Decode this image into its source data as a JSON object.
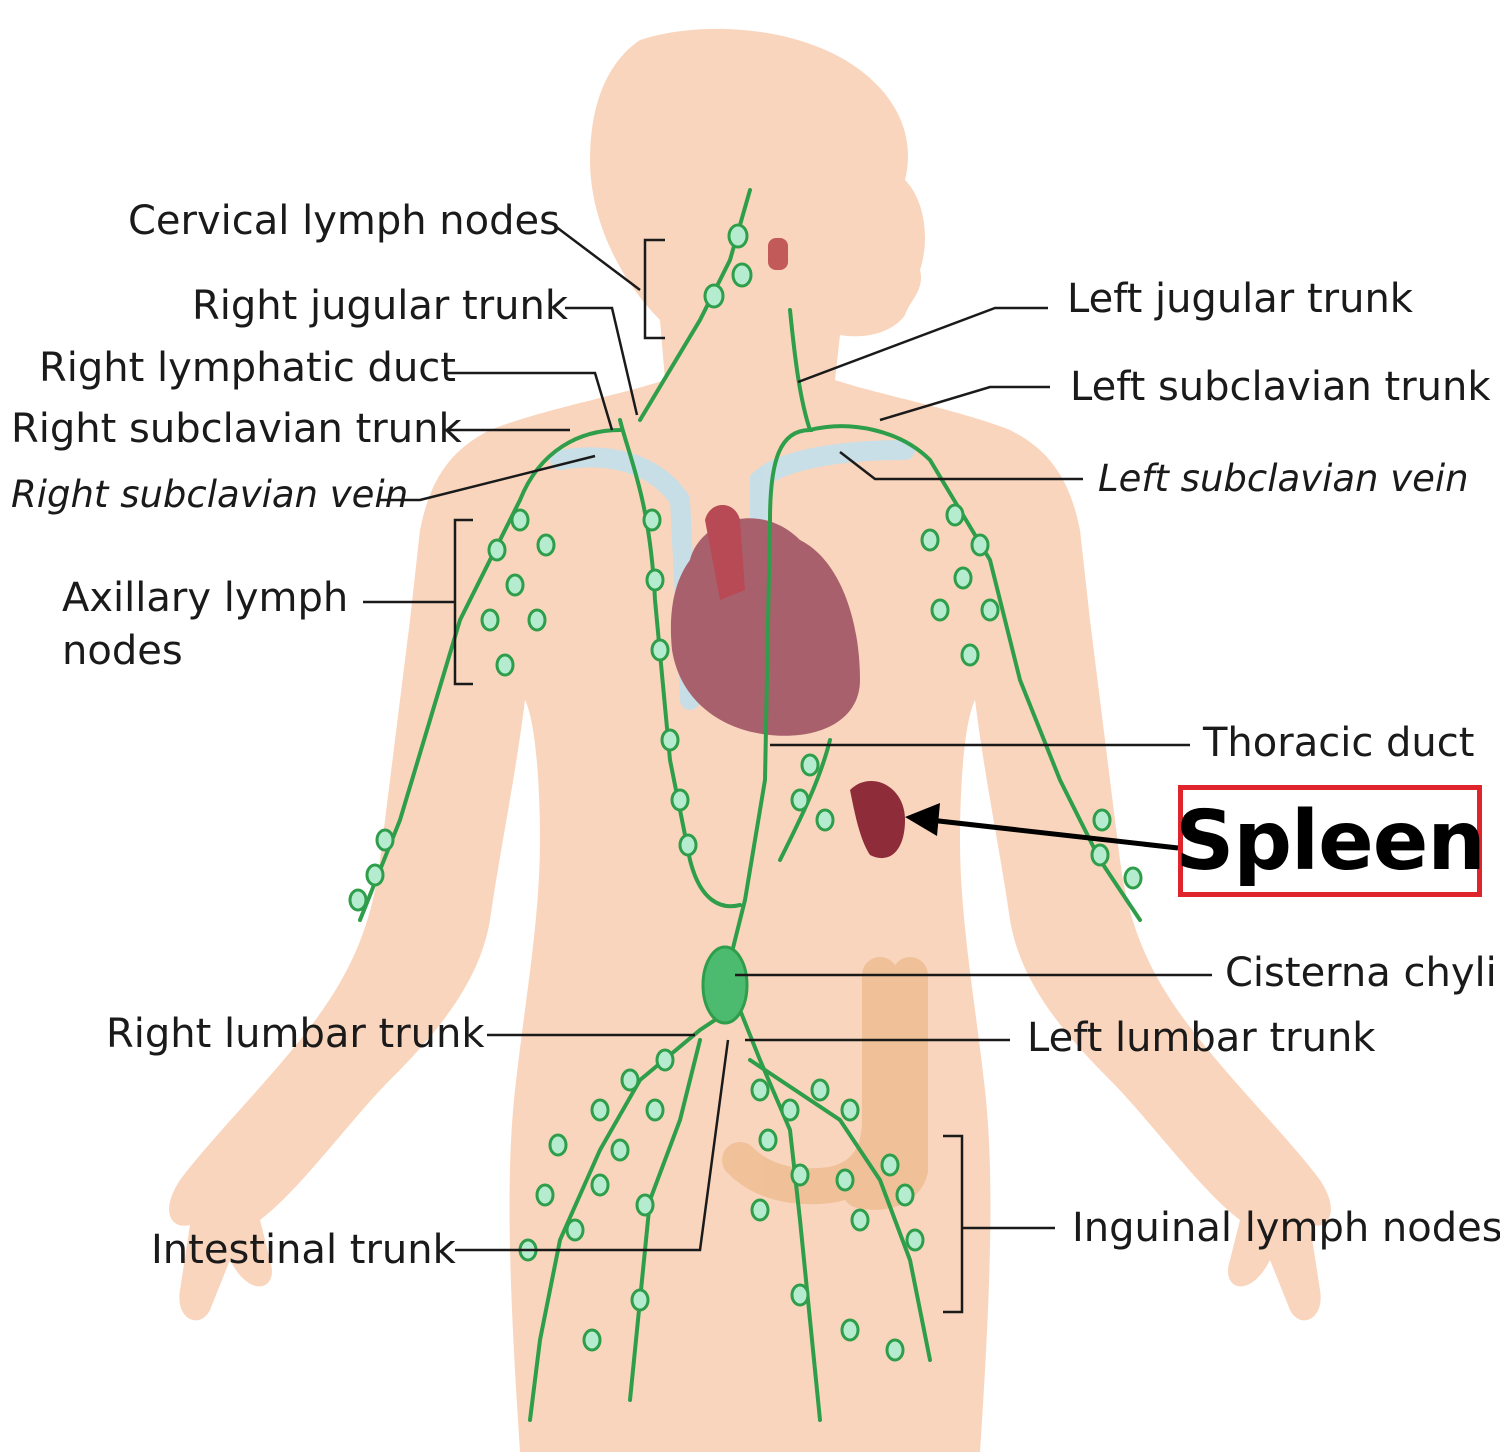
{
  "labels": {
    "cervical": "Cervical lymph nodes",
    "right_jugular": "Right jugular trunk",
    "right_lymphatic": "Right lymphatic duct",
    "right_subclavian_trunk": "Right subclavian trunk",
    "right_subclavian_vein": "Right subclavian vein",
    "axillary": "Axillary lymph nodes",
    "left_jugular": "Left jugular trunk",
    "left_subclavian_trunk": "Left subclavian trunk",
    "left_subclavian_vein": "Left subclavian vein",
    "thoracic": "Thoracic duct",
    "cisterna": "Cisterna chyli",
    "right_lumbar": "Right lumbar trunk",
    "left_lumbar": "Left lumbar trunk",
    "intestinal": "Intestinal trunk",
    "inguinal": "Inguinal lymph nodes"
  },
  "highlight": {
    "label": "Spleen"
  },
  "colors": {
    "skin": "#fad5bd",
    "lymph": "#2e9e4a",
    "node": "#b5ecd0",
    "vein": "#bfe0ee",
    "heart": "#a8606c",
    "spleen": "#8e2c3a",
    "intestine": "#efbf96",
    "highlight_border": "#e0242b"
  }
}
